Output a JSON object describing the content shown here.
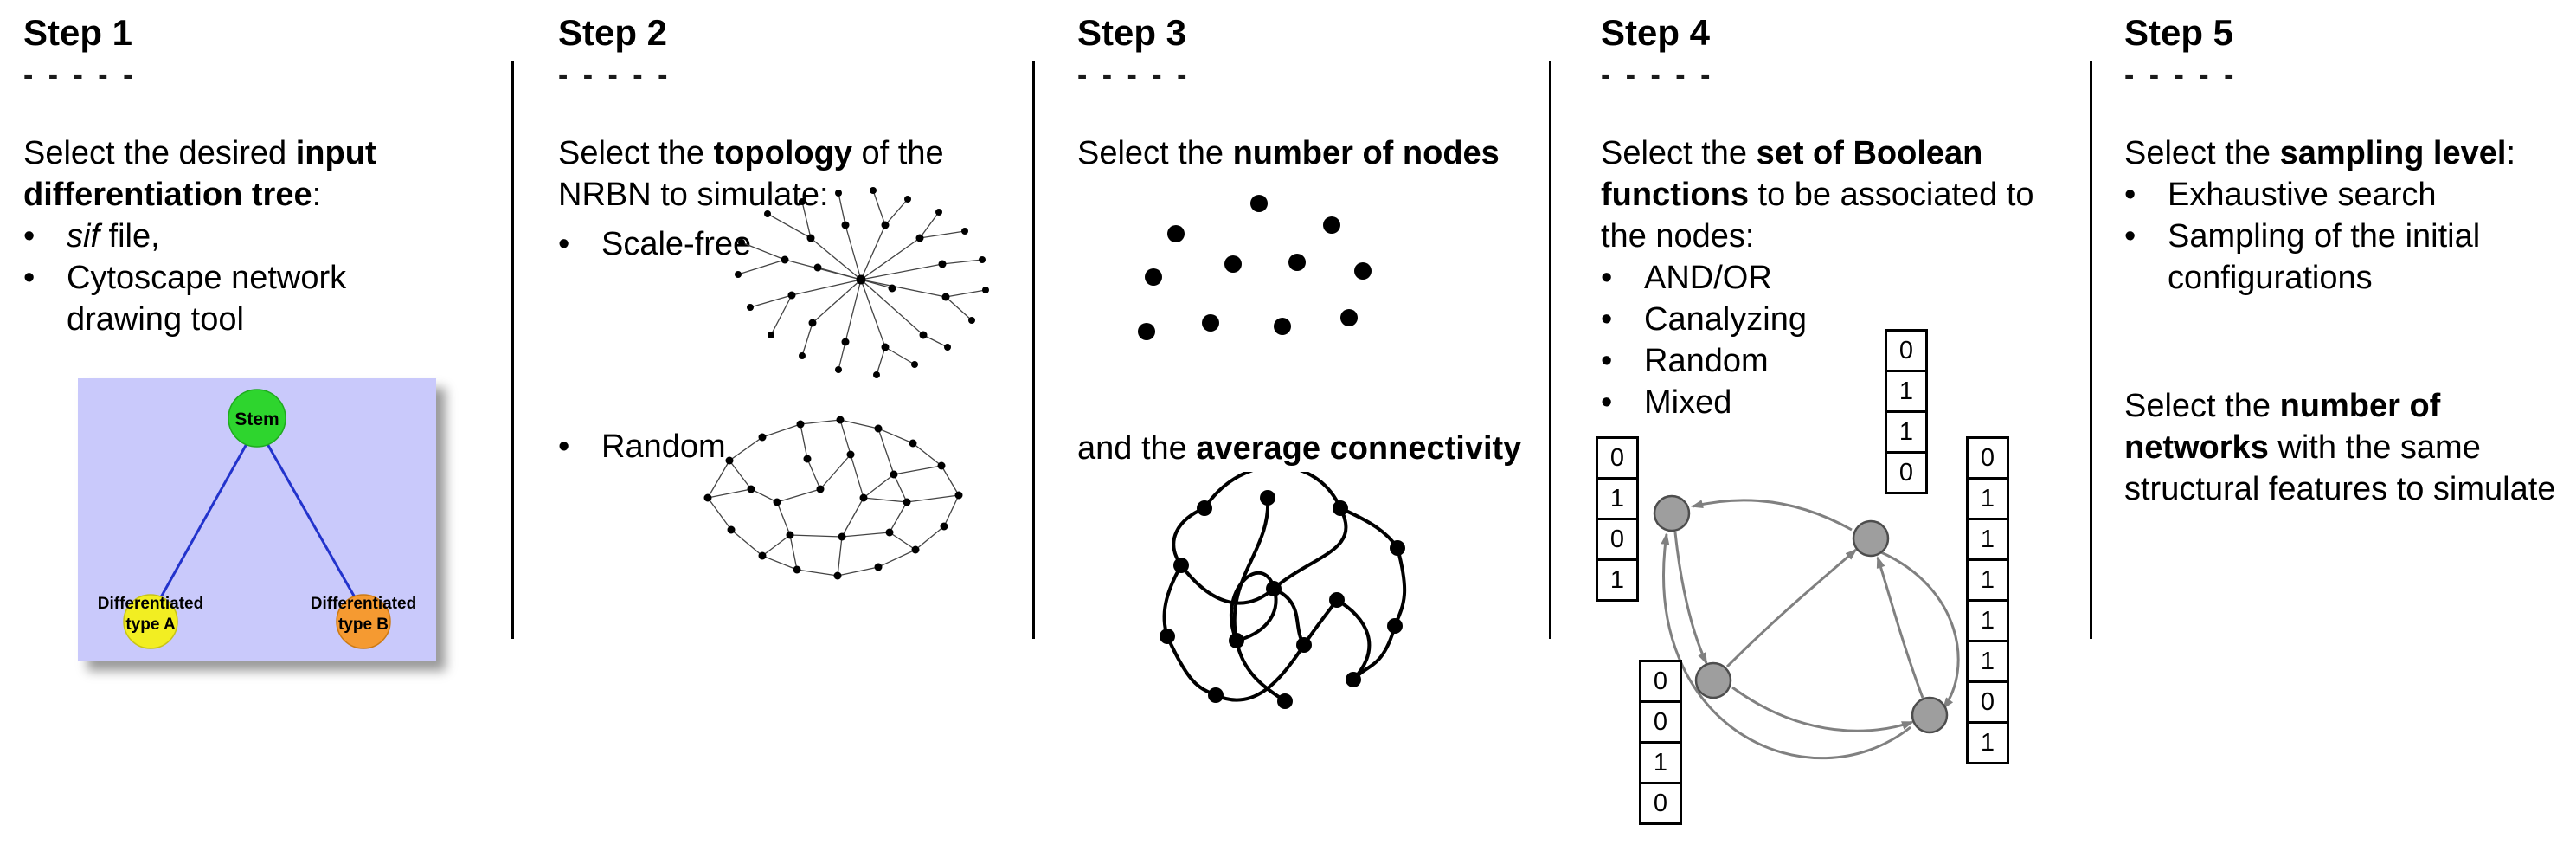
{
  "figure": {
    "background": "#ffffff",
    "divider_color": "#000000"
  },
  "step1": {
    "title": "Step 1",
    "dashes": "- - - - -",
    "intro_pre": "Select the desired ",
    "intro_bold": "input differentiation tree",
    "intro_post": ":",
    "bullet1_italic": "sif",
    "bullet1_rest": " file,",
    "bullet2": "Cytoscape network drawing tool",
    "tree": {
      "root_label": "Stem",
      "left_label_line1": "Differentiated",
      "left_label_line2": "type A",
      "right_label_line1": "Differentiated",
      "right_label_line2": "type B",
      "bg_color": "#c9c9fb",
      "root_color": "#2ed52e",
      "left_color": "#f2ee22",
      "right_color": "#f59a31",
      "edge_color": "#2233cc"
    }
  },
  "step2": {
    "title": "Step 2",
    "dashes": "- - - - -",
    "intro_pre": "Select the ",
    "intro_bold": "topology",
    "intro_post": " of the NRBN to simulate:",
    "bullet1": "Scale-free",
    "bullet2": "Random"
  },
  "step3": {
    "title": "Step 3",
    "dashes": "- - - - -",
    "line1_pre": "Select the ",
    "line1_bold": "number of nodes",
    "line2_pre": "and the ",
    "line2_bold": "average connectivity"
  },
  "step4": {
    "title": "Step 4",
    "dashes": "- - - - -",
    "intro_pre": "Select the ",
    "intro_bold": "set of Boolean functions",
    "intro_post": " to be associated to the nodes:",
    "bullets": [
      "AND/OR",
      "Canalyzing",
      "Random",
      "Mixed"
    ],
    "tables": {
      "left": [
        "0",
        "1",
        "0",
        "1"
      ],
      "top": [
        "0",
        "1",
        "1",
        "0"
      ],
      "right": [
        "0",
        "1",
        "1",
        "1",
        "1",
        "1",
        "0",
        "1"
      ],
      "bottom": [
        "0",
        "0",
        "1",
        "0"
      ]
    }
  },
  "step5": {
    "title": "Step 5",
    "dashes": "- - - - -",
    "intro_pre": "Select the ",
    "intro_bold": "sampling level",
    "intro_post": ":",
    "bullet1": "Exhaustive search",
    "bullet2": "Sampling of the initial configurations",
    "para2_line1_pre": "Select the ",
    "para2_line1_bold": "number of",
    "para2_line2_bold": "networks",
    "para2_line2_rest": " with the same",
    "para2_line3": "structural features to simulate"
  }
}
